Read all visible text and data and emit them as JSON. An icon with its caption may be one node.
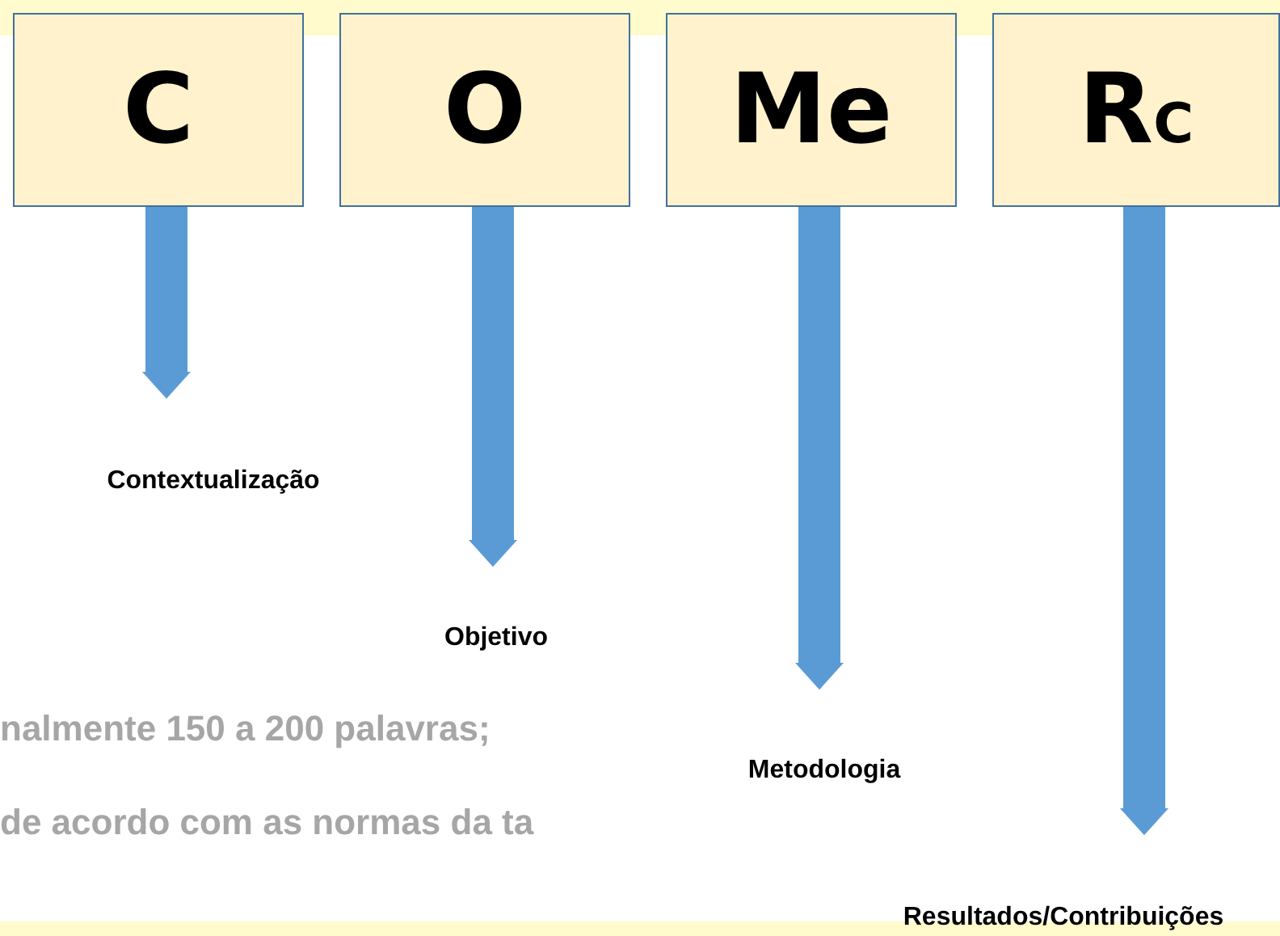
{
  "diagram": {
    "nodes": [
      {
        "text": [
          "C"
        ]
      },
      {
        "text": [
          "O"
        ]
      },
      {
        "text": [
          "Me"
        ]
      },
      {
        "text": [
          "R$_{C}$"
        ]
      },
      {
        "text": [
          "Contextualização"
        ]
      },
      {
        "text": [
          "Objetivo"
        ]
      },
      {
        "text": [
          "Metodologia"
        ]
      },
      {
        "text": [
          "Resultados/Contribuições"
        ]
      }
    ],
    "edges": [
      {
        "from": 0,
        "to": 4,
        "arrow": "to"
      },
      {
        "from": 1,
        "to": 5,
        "arrow": "to"
      },
      {
        "from": 2,
        "to": 6,
        "arrow": "to"
      },
      {
        "from": 3,
        "to": 7,
        "arrow": "to"
      }
    ],
    "labels": [
      "nalmente 150 a 200 palavras;",
      "de acordo com as normas da ta"
    ]
  }
}
